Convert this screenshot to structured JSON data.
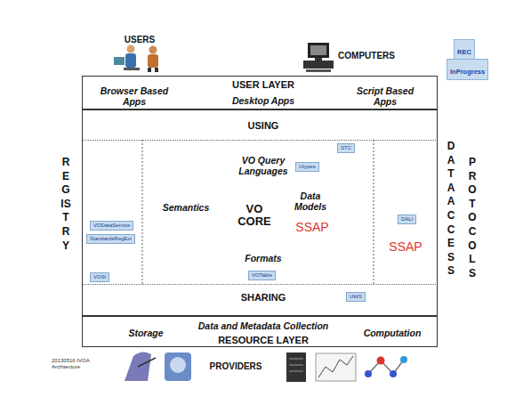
{
  "diagram": {
    "nodes": [
      {
        "text": [
          "USER LAYER",
          "Browser Based Apps",
          "Desktop Apps",
          "Script Based Apps"
        ]
      },
      {
        "text": [
          "USING"
        ]
      },
      {
        "text": [
          "VO Query Languages",
          "Data Models",
          "Semantics",
          "VO CORE",
          "SSAP",
          "SSAP",
          "Formats"
        ]
      },
      {
        "text": [
          "STC"
        ],
        "in": 2
      },
      {
        "text": [
          "Utypes"
        ],
        "in": 2
      },
      {
        "text": [
          "VODataService"
        ],
        "in": 2
      },
      {
        "text": [
          "StandardsRegExt"
        ],
        "in": 2
      },
      {
        "text": [
          "DALI"
        ],
        "in": 2
      },
      {
        "text": [
          "VOSI"
        ],
        "in": 2
      },
      {
        "text": [
          "VOTable"
        ],
        "in": 2
      },
      {
        "text": [
          "SHARING"
        ]
      },
      {
        "text": [
          "UWS"
        ],
        "in": 10
      },
      {
        "text": [
          "Storage",
          "Data and Metadata Collection",
          "RESOURCE LAYER",
          "Computation"
        ]
      }
    ],
    "labels": [
      "USERS",
      "COMPUTERS",
      "REGISTRY",
      "DATA ACCESS",
      "PROTOCOLS",
      "PROVIDERS",
      "20130516 IVOA Architecture"
    ],
    "legend": [
      {
        "text": "REC",
        "color": "#c8dcf0"
      },
      {
        "text": "InProgress",
        "color": "#c8dcf0"
      }
    ]
  }
}
